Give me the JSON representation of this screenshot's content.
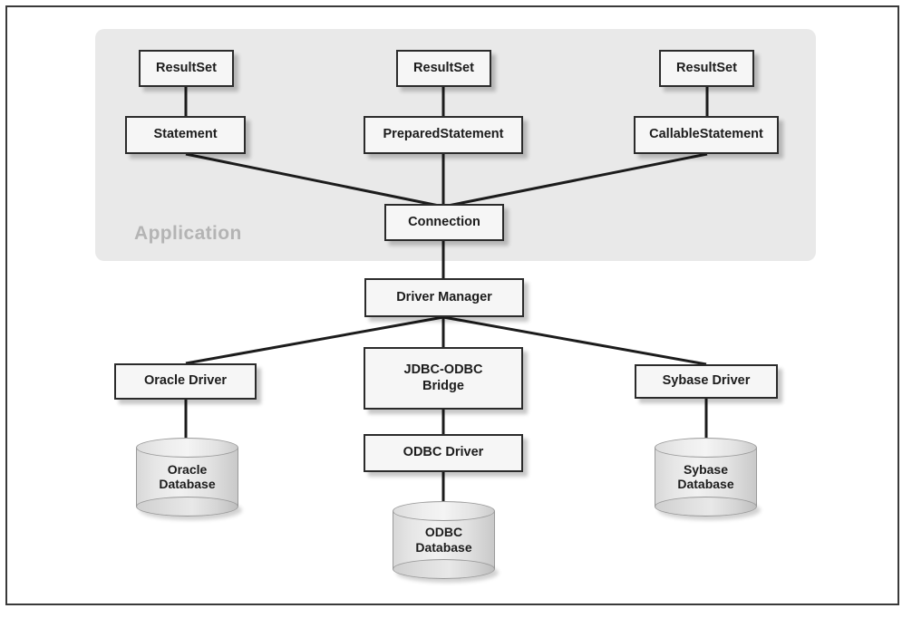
{
  "diagram": {
    "title": "JDBC architecture diagram",
    "panel": {
      "label": "Application",
      "color": "#e9e9e9",
      "label_color": "#b4b4b4"
    },
    "frame_color": "#3a3a3a",
    "node_border_color": "#2b2b2b",
    "node_fill_color": "#f6f6f6",
    "nodes": {
      "result_set_left": "ResultSet",
      "result_set_center": "ResultSet",
      "result_set_right": "ResultSet",
      "statement": "Statement",
      "prepared_statement": "PreparedStatement",
      "callable_statement": "CallableStatement",
      "connection": "Connection",
      "driver_manager": "Driver Manager",
      "oracle_driver": "Oracle Driver",
      "jdbc_odbc_bridge": "JDBC-ODBC\nBridge",
      "sybase_driver": "Sybase Driver",
      "odbc_driver": "ODBC Driver"
    },
    "databases": {
      "oracle": "Oracle\nDatabase",
      "odbc": "ODBC\nDatabase",
      "sybase": "Sybase\nDatabase"
    }
  }
}
